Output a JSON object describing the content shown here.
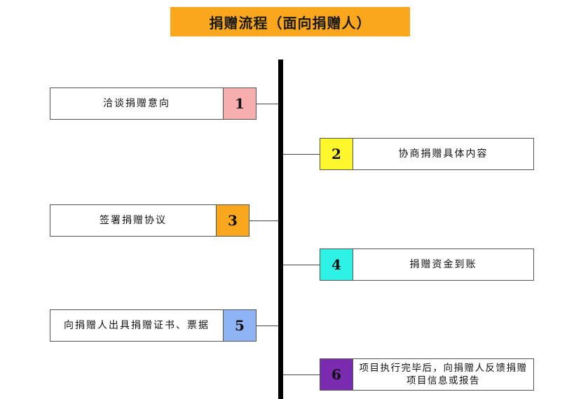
{
  "diagram": {
    "title": "捐赠流程（面向捐赠人）",
    "steps": [
      {
        "number": "1",
        "label": "洽谈捐赠意向",
        "color": "#F7AEAE"
      },
      {
        "number": "2",
        "label": "协商捐赠具体内容",
        "color": "#FFF72E"
      },
      {
        "number": "3",
        "label": "签署捐赠协议",
        "color": "#F9A81E"
      },
      {
        "number": "4",
        "label": "捐赠资金到账",
        "color": "#2EF2E6"
      },
      {
        "number": "5",
        "label": "向捐赠人出具捐赠证书、票据",
        "color": "#8FB4F5"
      },
      {
        "number": "6",
        "label": "项目执行完毕后，向捐赠人反馈捐赠项目信息或报告",
        "color": "#7B2BB0"
      }
    ]
  }
}
